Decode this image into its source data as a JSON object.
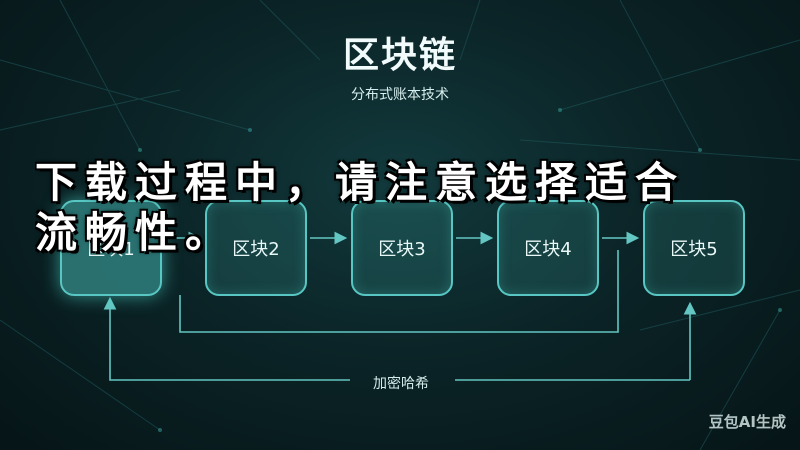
{
  "header": {
    "title": "区块链",
    "subtitle": "分布式账本技术"
  },
  "blocks": [
    {
      "label": "区块1"
    },
    {
      "label": "区块2"
    },
    {
      "label": "区块3"
    },
    {
      "label": "区块4"
    },
    {
      "label": "区块5"
    }
  ],
  "flow": {
    "encrypt_label": "加密哈希"
  },
  "overlay": {
    "text": "下载过程中，请注意选择适合\n流畅性。"
  },
  "watermark": {
    "text": "豆包AI生成"
  },
  "colors": {
    "background": "#0b2427",
    "block_border": "#58c7c3",
    "arrow": "#63c6c2"
  },
  "icons": {
    "arrows": "arrow-right-icon",
    "up_arrow": "arrow-up-icon",
    "left_arrow": "arrow-left-icon"
  }
}
